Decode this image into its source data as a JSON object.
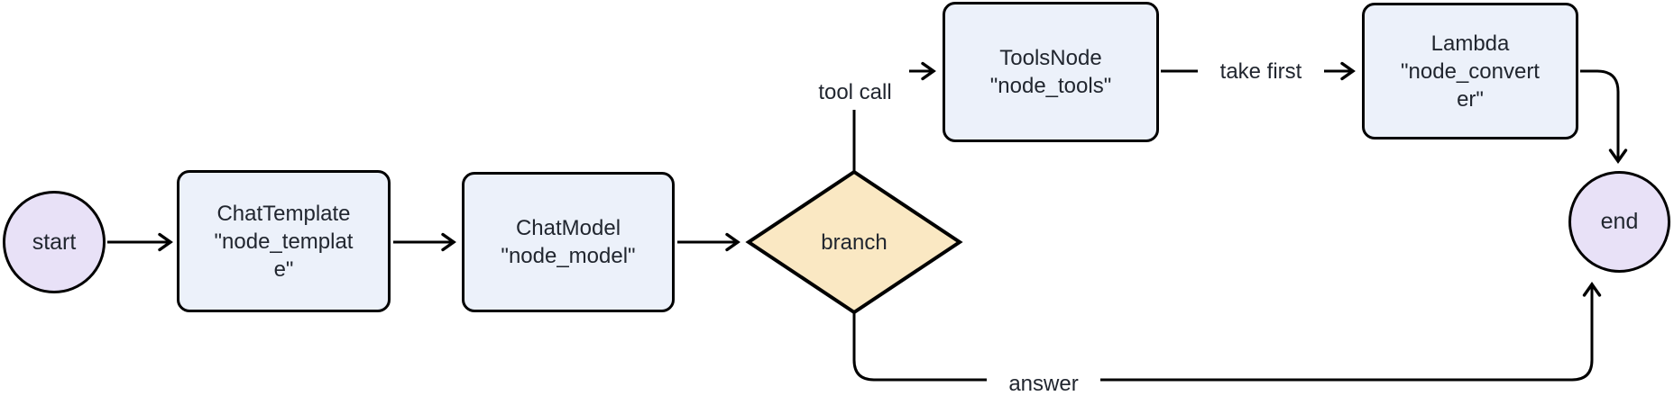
{
  "diagram": {
    "nodes": {
      "start": {
        "label": "start",
        "shape": "circle",
        "fill": "#E8E1F7"
      },
      "chat_template": {
        "label": "ChatTemplate\n\"node_templat\ne\"",
        "shape": "rect",
        "fill": "#ECF1FA"
      },
      "chat_model": {
        "label": "ChatModel\n\"node_model\"",
        "shape": "rect",
        "fill": "#ECF1FA"
      },
      "branch": {
        "label": "branch",
        "shape": "diamond",
        "fill": "#FAE8C3"
      },
      "tools_node": {
        "label": "ToolsNode\n\"node_tools\"",
        "shape": "rect",
        "fill": "#ECF1FA"
      },
      "lambda": {
        "label": "Lambda\n\"node_convert\ner\"",
        "shape": "rect",
        "fill": "#ECF1FA"
      },
      "end": {
        "label": "end",
        "shape": "circle",
        "fill": "#E8E1F7"
      }
    },
    "edge_labels": {
      "tool_call": "tool call",
      "take_first": "take first",
      "answer": "answer"
    },
    "colors": {
      "background": "#FFFFFF",
      "node_stroke": "#000000",
      "edge_stroke": "#000000",
      "text": "#21262F",
      "rect_fill": "#ECF1FA",
      "circle_fill": "#E8E1F7",
      "diamond_fill": "#FAE8C3"
    }
  }
}
